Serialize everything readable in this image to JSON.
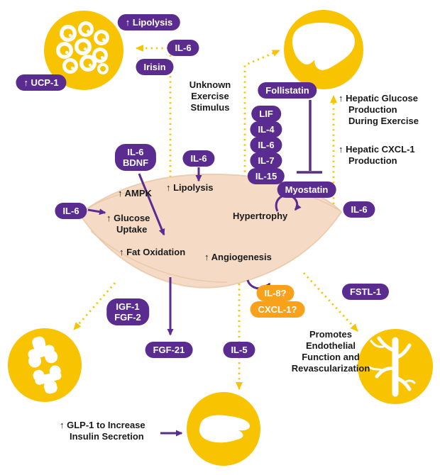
{
  "colors": {
    "yellow": "#F8C301",
    "purple": "#5B2C90",
    "orange": "#F9A11B",
    "muscle_fill": "#F5DBC6",
    "text": "#1A1A1A"
  },
  "icons": {
    "adipose": "fat-cells-icon",
    "liver": "liver-icon",
    "bone": "bone-joint-icon",
    "pancreas": "pancreas-icon",
    "vessel": "blood-vessel-icon"
  },
  "pills": {
    "adipose_lipolysis": "↑ Lipolysis",
    "adipose_il6": "IL-6",
    "irisin": "Irisin",
    "ucp1": "↑ UCP-1",
    "il6_bdnf": "IL-6\nBDNF",
    "il6_center": "IL-6",
    "il6_left": "IL-6",
    "follistatin": "Follistatin",
    "lif": "LIF",
    "il4": "IL-4",
    "il6_stack": "IL-6",
    "il7": "IL-7",
    "il15": "IL-15",
    "myostatin": "Myostatin",
    "il6_right": "IL-6",
    "fstl1": "FSTL-1",
    "il8": "IL-8?",
    "cxcl1": "CXCL-1?",
    "igf1_fgf2": "IGF-1\nFGF-2",
    "fgf21": "FGF-21",
    "il5": "IL-5"
  },
  "muscle": {
    "ampk": "↑ AMPK",
    "lipolysis": "↑ Lipolysis",
    "glucose_uptake": "↑ Glucose\nUptake",
    "fat_oxidation": "↑ Fat Oxidation",
    "hypertrophy": "Hypertrophy",
    "angiogenesis": "↑ Angiogenesis"
  },
  "notes": {
    "unknown_stimulus": "Unknown\nExercise\nStimulus",
    "hepatic_glucose": "↑ Hepatic Glucose\nProduction\nDuring Exercise",
    "hepatic_cxcl1": "↑ Hepatic CXCL-1\nProduction",
    "endothelial": "Promotes\nEndothelial\nFunction and\nRevascularization",
    "glp1": "↑ GLP-1 to Increase\nInsulin Secretion"
  }
}
